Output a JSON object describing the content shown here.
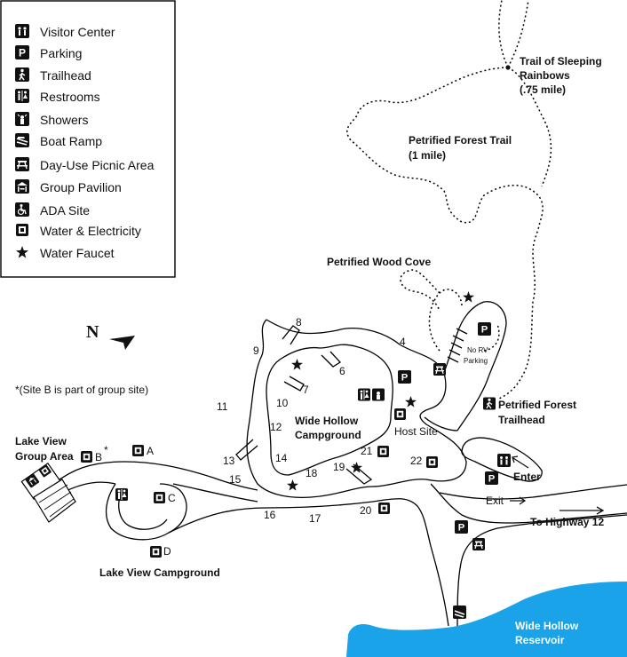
{
  "legend": {
    "items": [
      {
        "icon": "visitor-center-icon",
        "label": "Visitor Center"
      },
      {
        "icon": "parking-icon",
        "label": "Parking"
      },
      {
        "icon": "trailhead-icon",
        "label": "Trailhead"
      },
      {
        "icon": "restrooms-icon",
        "label": "Restrooms"
      },
      {
        "icon": "showers-icon",
        "label": "Showers"
      },
      {
        "icon": "boat-ramp-icon",
        "label": "Boat Ramp"
      },
      {
        "icon": "picnic-area-icon",
        "label": "Day-Use Picnic Area"
      },
      {
        "icon": "group-pavilion-icon",
        "label": "Group Pavilion"
      },
      {
        "icon": "ada-site-icon",
        "label": "ADA Site"
      },
      {
        "icon": "water-electricity-icon",
        "label": "Water & Electricity"
      },
      {
        "icon": "water-faucet-icon",
        "label": "Water Faucet"
      }
    ]
  },
  "north": "N",
  "note": "*(Site B is part of group site)",
  "labels": {
    "trail_sleeping_line1": "Trail of Sleeping",
    "trail_sleeping_line2": "Rainbows",
    "trail_sleeping_line3": "(.75 mile)",
    "petrified_trail_line1": "Petrified Forest Trail",
    "petrified_trail_line2": "(1 mile)",
    "petrified_cove": "Petrified Wood Cove",
    "no_rv_line1": "No RV",
    "no_rv_line2": "Parking",
    "pf_trailhead_line1": "Petrified Forest",
    "pf_trailhead_line2": "Trailhead",
    "wide_hollow_line1": "Wide Hollow",
    "wide_hollow_line2": "Campground",
    "host_site": "Host Site",
    "lake_view_group_line1": "Lake View",
    "lake_view_group_line2": "Group Area",
    "lake_view_campground": "Lake View Campground",
    "enter": "Enter",
    "exit": "Exit",
    "to_highway": "To Highway 12",
    "reservoir_line1": "Wide Hollow",
    "reservoir_line2": "Reservoir"
  },
  "sites": {
    "s4": "4",
    "s6": "6",
    "s7": "7",
    "s8": "8",
    "s9": "9",
    "s10": "10",
    "s11": "11",
    "s12": "12",
    "s13": "13",
    "s14": "14",
    "s15": "15",
    "s16": "16",
    "s17": "17",
    "s18": "18",
    "s19": "19",
    "s20": "20",
    "s21": "21",
    "s22": "22",
    "sA": "A",
    "sB": "B",
    "sC": "C",
    "sD": "D"
  },
  "colors": {
    "reservoir": "#1aa3e8",
    "ink": "#111111"
  }
}
